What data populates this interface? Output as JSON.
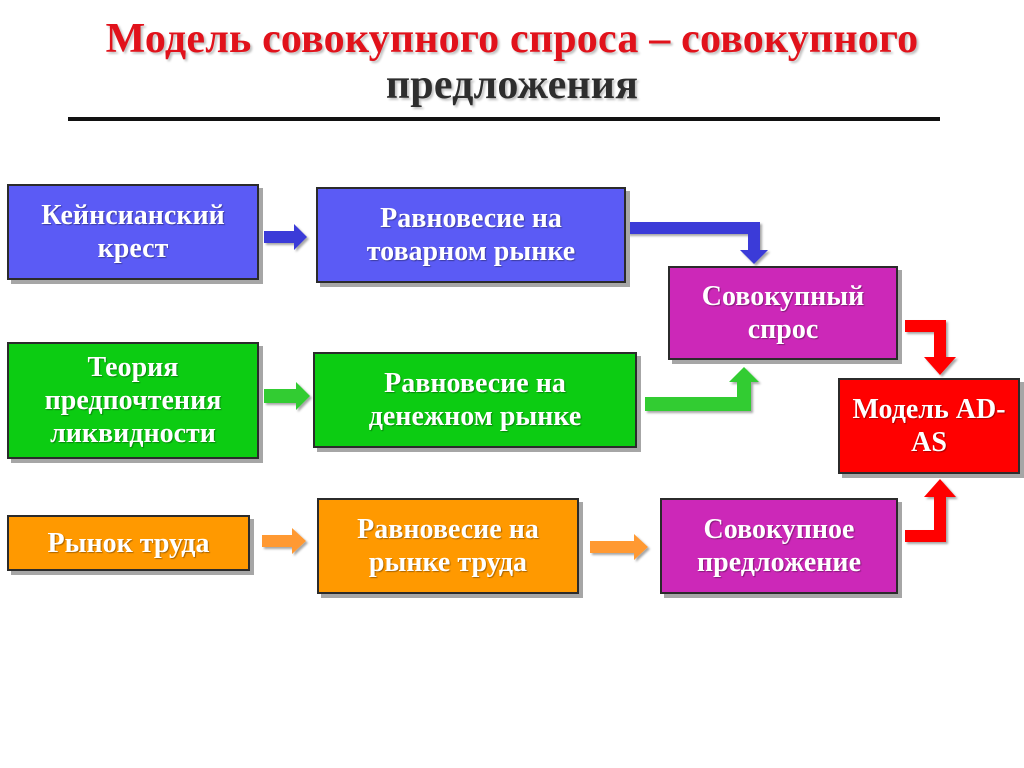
{
  "title": {
    "line1": "Модель совокупного спроса – совокупного",
    "line2": "предложения"
  },
  "boxes": {
    "keynesian_cross": "Кейнсианский крест",
    "goods_equilibrium": "Равновесие на товарном рынке",
    "liquidity_preference": "Теория предпочтения ликвидности",
    "money_equilibrium": "Равновесие на денежном рынке",
    "labor_market": "Рынок труда",
    "labor_equilibrium": "Равновесие на рынке труда",
    "aggregate_demand": "Совокупный спрос",
    "aggregate_supply": "Совокупное предложение",
    "ad_as_model": "Модель AD-AS"
  },
  "colors": {
    "title_red": "#e1121b",
    "title_dark": "#2e2e2e",
    "blue": "#5b5bf5",
    "blue_arrow": "#3a3ad8",
    "green": "#0ccc12",
    "green_arrow": "#33cc33",
    "orange": "#ff9900",
    "orange_arrow": "#ff9933",
    "magenta": "#cc28b8",
    "red": "#ff0000"
  }
}
